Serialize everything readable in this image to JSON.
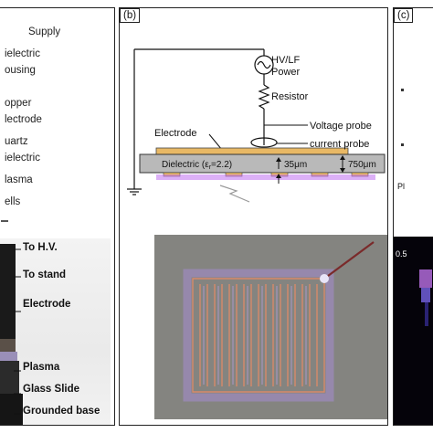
{
  "panel_a": {
    "legend_items": [
      "Supply",
      "ielectric",
      "ousing",
      "opper",
      "lectrode",
      "uartz",
      "ielectric",
      "lasma",
      "ells"
    ],
    "photo_labels": [
      "To H.V.",
      "To stand",
      "Electrode",
      "Plasma",
      "Glass Slide",
      "Grounded base"
    ]
  },
  "panel_b": {
    "tag": "(b)",
    "power_label_1": "HV/LF",
    "power_label_2": "Power",
    "resistor_label": "Resistor",
    "voltage_probe_label": "Voltage probe",
    "current_probe_label": "current probe",
    "electrode_label": "Electrode",
    "dielectric_label": "Dielectric (ε",
    "dielectric_sub": "r",
    "dielectric_value": "=2.2)",
    "gap_label": "35μm",
    "thickness_label": "750μm"
  },
  "panel_c": {
    "tag": "(c)",
    "text_pl": "Pl",
    "text_scale": "0.5"
  },
  "colors": {
    "plasma": "#c070f0",
    "electrode": "#e8b865",
    "dielectric": "#b9b9b9"
  }
}
